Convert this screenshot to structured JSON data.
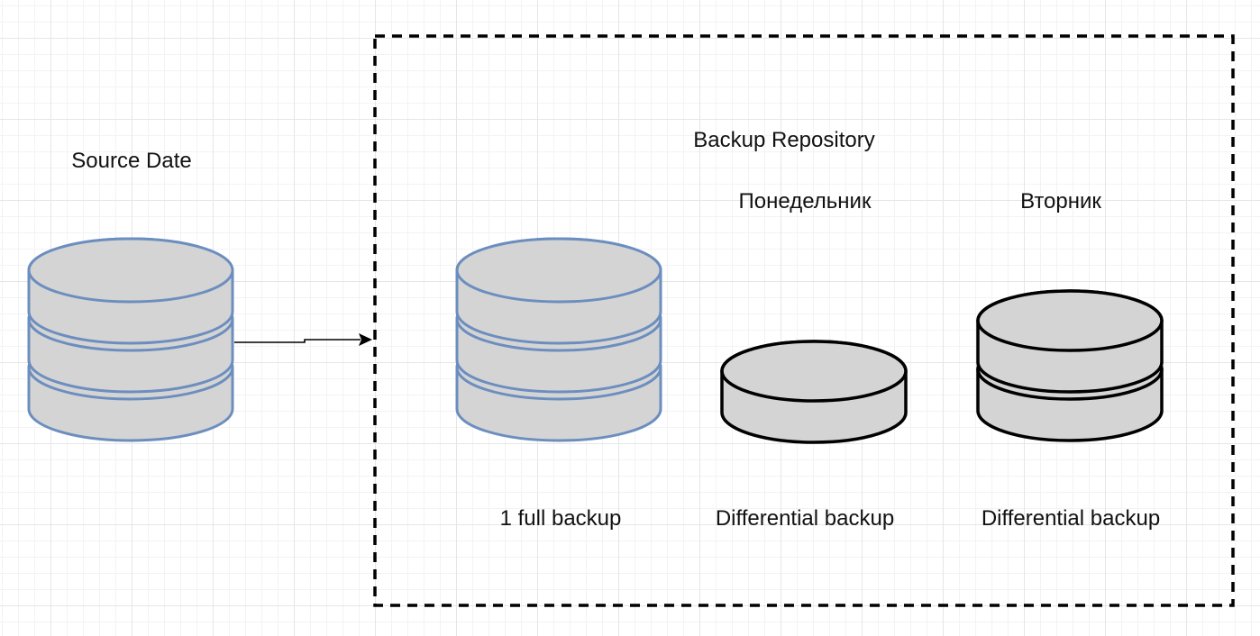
{
  "diagram": {
    "source": {
      "label": "Source Date",
      "icon": "database-icon",
      "disks": 3,
      "fill": "#d4d4d4",
      "stroke": "#6c8ebf"
    },
    "repository": {
      "label": "Backup Repository",
      "border": "dashed",
      "items": [
        {
          "day": "",
          "label": "1 full backup",
          "icon": "database-icon",
          "disks": 3,
          "fill": "#d4d4d4",
          "stroke": "#6c8ebf"
        },
        {
          "day": "Понедельник",
          "label": "Differential backup",
          "icon": "database-icon",
          "disks": 1,
          "fill": "#d4d4d4",
          "stroke": "#000000"
        },
        {
          "day": "Вторник",
          "label": "Differential backup",
          "icon": "database-icon",
          "disks": 2,
          "fill": "#d4d4d4",
          "stroke": "#000000"
        }
      ]
    },
    "connector": {
      "from": "Source Date",
      "to": "Backup Repository",
      "stroke": "#000000"
    }
  }
}
